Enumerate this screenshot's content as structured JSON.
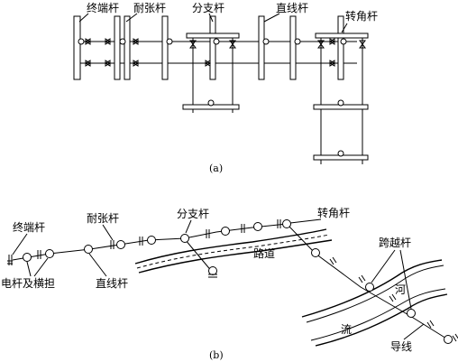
{
  "diagram_a": {
    "labels": {
      "terminal_pole": "终端杆",
      "tension_pole": "耐张杆",
      "branch_pole": "分支杆",
      "straight_pole": "直线杆",
      "corner_pole": "转角杆"
    },
    "caption": "(a)"
  },
  "diagram_b": {
    "labels": {
      "terminal_pole": "终端杆",
      "tension_pole": "耐张杆",
      "branch_pole": "分支杆",
      "corner_pole": "转角杆",
      "road": "路道",
      "crossing_pole": "跨越杆",
      "river_1": "河",
      "river_2": "流",
      "pole_and_crossarm": "电杆及横担",
      "straight_pole": "直线杆",
      "conductor": "导线"
    },
    "caption": "(b)"
  }
}
